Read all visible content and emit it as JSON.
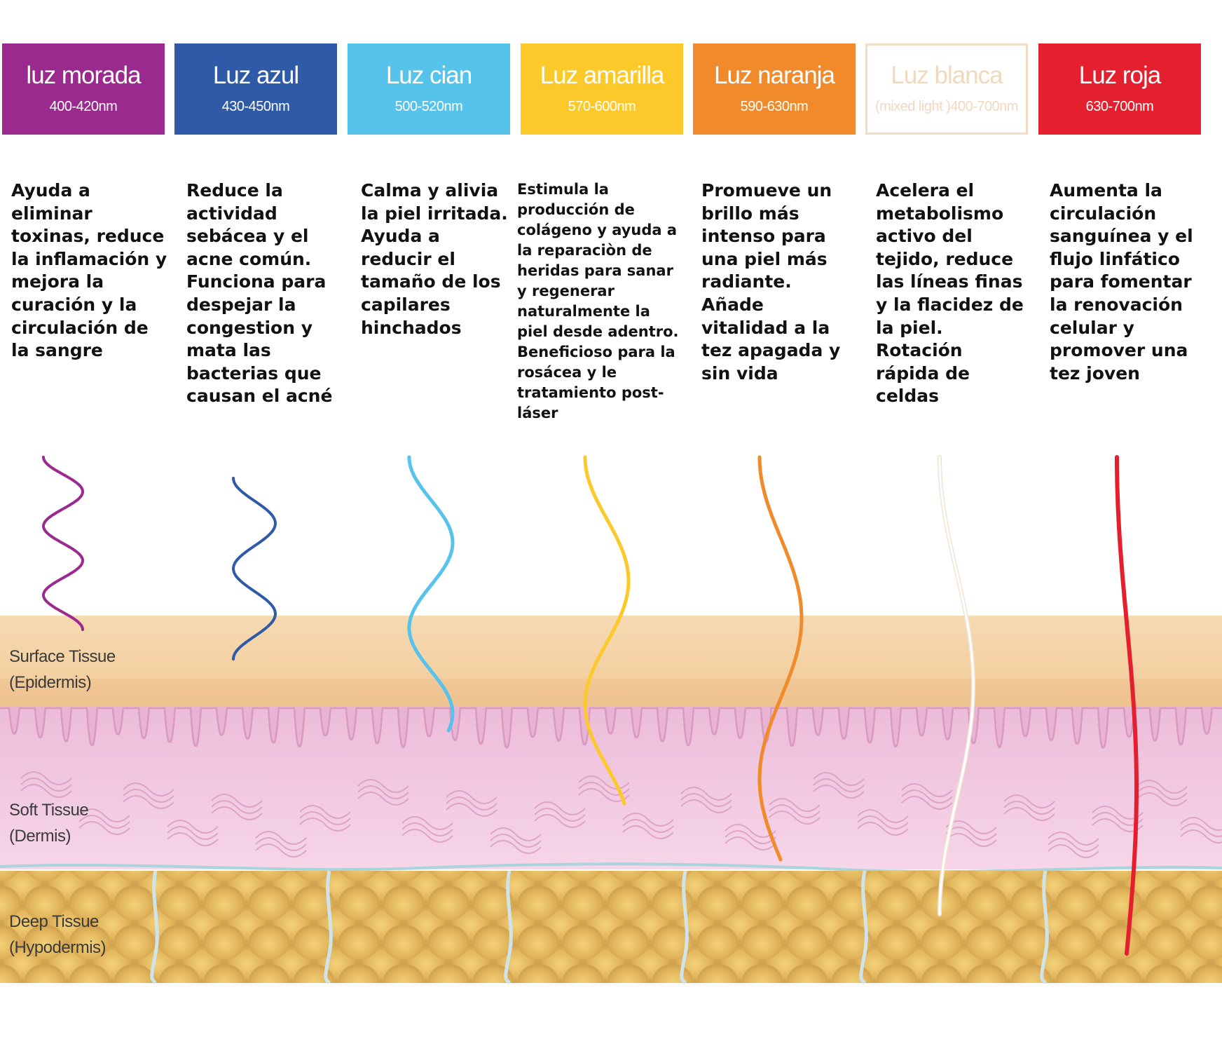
{
  "colors": {
    "purple": "#9b2a8f",
    "blue": "#2e5aa8",
    "cyan": "#56c3ea",
    "yellow": "#fcc92a",
    "orange": "#f08a2a",
    "white_border": "#f2dcc6",
    "white_text": "#f0d9bf",
    "red": "#e41f2e",
    "epidermis": "#f3d2a5",
    "dermis": "#eec2dd",
    "hypodermis": "#dcb25f"
  },
  "lights": [
    {
      "name": "luz morada",
      "range": "400-420nm",
      "color": "#9b2a8f",
      "text_color": "#ffffff",
      "description": [
        "Ayuda a",
        "eliminar",
        "toxinas, reduce",
        "la inflamación y",
        "mejora la",
        "curación y la",
        "circulación de",
        "la sangre"
      ]
    },
    {
      "name": "Luz azul",
      "range": "430-450nm",
      "color": "#2e5aa8",
      "text_color": "#ffffff",
      "description": [
        "Reduce la",
        "actividad",
        "sebácea y el",
        "acne común.",
        "Funciona para",
        "despejar la",
        "congestion y",
        "mata las",
        "bacterias que",
        "causan el acné"
      ]
    },
    {
      "name": "Luz cian",
      "range": "500-520nm",
      "color": "#56c3ea",
      "text_color": "#ffffff",
      "description": [
        "Calma y alivia",
        "la piel irritada.",
        "Ayuda a",
        "reducir el",
        "tamaño de los",
        "capilares",
        "hinchados"
      ]
    },
    {
      "name": "Luz amarilla",
      "range": "570-600nm",
      "color": "#fcc92a",
      "text_color": "#ffffff",
      "description": [
        "Estimula la",
        "producción de",
        "colágeno y ayuda a",
        "la reparaciòn de",
        "heridas para sanar",
        "y regenerar",
        "naturalmente la",
        "piel desde adentro.",
        "Beneficioso para la",
        "rosácea y le",
        "tratamiento post-",
        "láser"
      ]
    },
    {
      "name": "Luz naranja",
      "range": "590-630nm",
      "color": "#f08a2a",
      "text_color": "#ffffff",
      "description": [
        "Promueve un",
        "brillo más",
        "intenso para",
        "una piel más",
        "radiante.",
        "Añade",
        "vitalidad a la",
        "tez apagada y",
        "sin vida"
      ]
    },
    {
      "name": "Luz blanca",
      "range": "(mixed light )400-700nm",
      "color": "#ffffff",
      "text_color": "#f0d9bf",
      "description": [
        "Acelera el",
        "metabolismo",
        "activo del",
        "tejido, reduce",
        "las líneas finas",
        "y la flacidez de",
        "la piel.",
        "Rotación",
        "rápida de",
        "celdas"
      ]
    },
    {
      "name": "Luz roja",
      "range": "630-700nm",
      "color": "#e41f2e",
      "text_color": "#ffffff",
      "description": [
        "Aumenta la",
        "circulación",
        "sanguínea y el",
        "flujo linfático",
        "para fomentar",
        "la renovación",
        "celular y",
        "promover una",
        "tez joven"
      ]
    }
  ],
  "tissues": {
    "surface": [
      "Surface Tissue",
      "(Epidermis)"
    ],
    "soft": [
      "Soft Tissue",
      "(Dermis)"
    ],
    "deep": [
      "Deep Tissue",
      "(Hypodermis)"
    ]
  }
}
